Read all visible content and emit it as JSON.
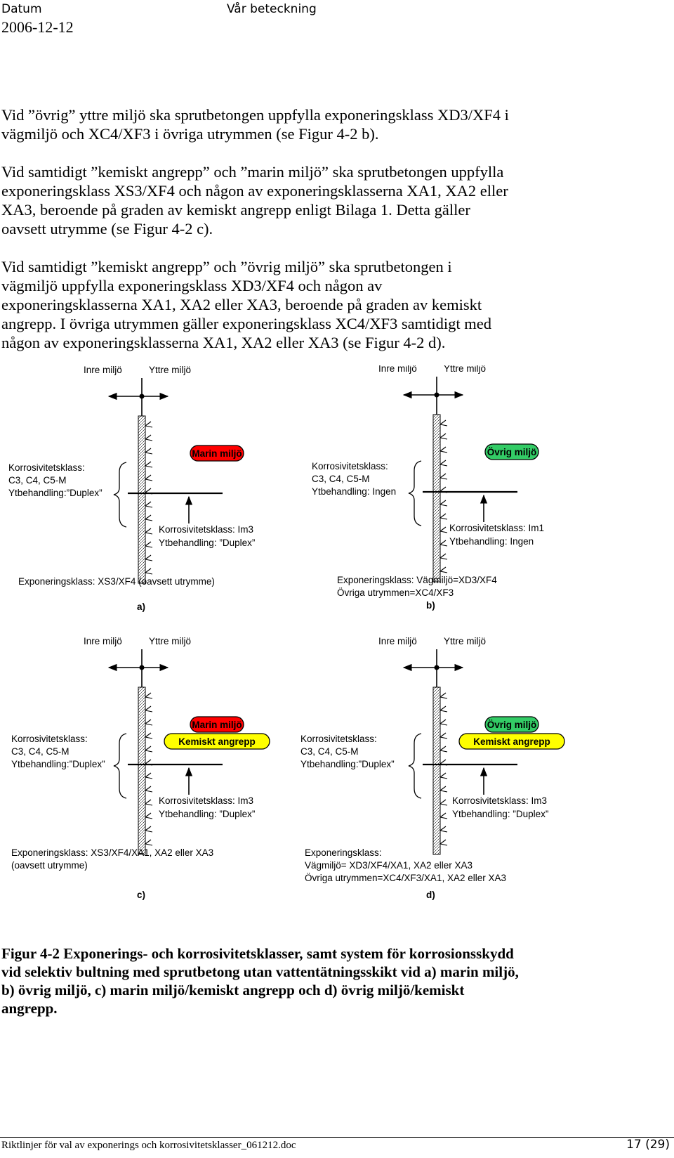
{
  "header": {
    "datum_label": "Datum",
    "var_beteckning_label": "Vår beteckning",
    "date": "2006-12-12"
  },
  "paragraphs": [
    {
      "lines": [
        "Vid ”övrig” yttre miljö ska sprutbetongen uppfylla exponeringsklass XD3/XF4 i",
        "vägmiljö och XC4/XF3 i övriga utrymmen (se Figur 4-2 b)."
      ]
    },
    {
      "lines": [
        "Vid samtidigt ”kemiskt angrepp” och ”marin miljö” ska sprutbetongen uppfylla",
        "exponeringsklass XS3/XF4 och någon av exponeringsklasserna XA1, XA2 eller",
        "XA3, beroende på graden av kemiskt angrepp enligt Bilaga 1. Detta gäller",
        "oavsett utrymme (se Figur 4-2 c)."
      ]
    },
    {
      "lines": [
        "Vid samtidigt ”kemiskt angrepp” och ”övrig miljö” ska sprutbetongen i",
        "vägmiljö uppfylla exponeringsklass XD3/XF4 och någon av",
        "exponeringsklasserna XA1, XA2 eller XA3, beroende på graden av kemiskt",
        "angrepp. I övriga utrymmen gäller exponeringsklass XC4/XF3 samtidigt med",
        "någon av exponeringsklasserna XA1, XA2 eller XA3 (se Figur 4-2 d)."
      ]
    }
  ],
  "figure": {
    "panels": [
      {
        "id": "a",
        "inner_label": "Inre miljö",
        "outer_label": "Yttre miljö",
        "badges": [
          {
            "text": "Marin miljö",
            "color": "#ff0000"
          }
        ],
        "left_lines": [
          "Korrosivitetsklass:",
          "C3, C4, C5-M",
          "Ytbehandling:”Duplex”"
        ],
        "right_lines": [
          "Korrosivitetsklass: Im3",
          "Ytbehandling: ”Duplex”"
        ],
        "bottom_lines": [
          "Exponeringsklass: XS3/XF4 (oavsett utrymme)"
        ],
        "tag": "a)"
      },
      {
        "id": "b",
        "inner_label": "Inre miljö",
        "outer_label": "Yttre miljö",
        "badges": [
          {
            "text": "Övrig miljö",
            "color": "#33cc66"
          }
        ],
        "left_lines": [
          "Korrosivitetsklass:",
          "C3, C4, C5-M",
          "Ytbehandling: Ingen"
        ],
        "right_lines": [
          "Korrosivitetsklass: Im1",
          "Ytbehandling: Ingen"
        ],
        "bottom_lines": [
          "Exponeringsklass: Vägmiljö=XD3/XF4",
          "Övriga utrymmen=XC4/XF3"
        ],
        "tag": "b)"
      },
      {
        "id": "c",
        "inner_label": "Inre miljö",
        "outer_label": "Yttre miljö",
        "badges": [
          {
            "text": "Marin miljö",
            "color": "#ff0000"
          },
          {
            "text": "Kemiskt angrepp",
            "color": "#ffff00"
          }
        ],
        "left_lines": [
          "Korrosivitetsklass:",
          "C3, C4, C5-M",
          "Ytbehandling:”Duplex”"
        ],
        "right_lines": [
          "Korrosivitetsklass: Im3",
          "Ytbehandling: ”Duplex”"
        ],
        "bottom_lines": [
          "Exponeringsklass: XS3/XF4/XA1, XA2 eller XA3",
          "(oavsett utrymme)"
        ],
        "tag": "c)"
      },
      {
        "id": "d",
        "inner_label": "Inre miljö",
        "outer_label": "Yttre miljö",
        "badges": [
          {
            "text": "Övrig miljö",
            "color": "#33cc66"
          },
          {
            "text": "Kemiskt angrepp",
            "color": "#ffff00"
          }
        ],
        "left_lines": [
          "Korrosivitetsklass:",
          "C3, C4, C5-M",
          "Ytbehandling:”Duplex”"
        ],
        "right_lines": [
          "Korrosivitetsklass: Im3",
          "Ytbehandling: ”Duplex”"
        ],
        "bottom_lines": [
          "Exponeringsklass:",
          "Vägmiljö= XD3/XF4/XA1, XA2 eller XA3",
          "Övriga utrymmen=XC4/XF3/XA1, XA2 eller XA3"
        ],
        "tag": "d)"
      }
    ]
  },
  "caption": {
    "lines": [
      "Figur 4-2 Exponerings- och korrosivitetsklasser, samt system för korrosionsskydd",
      "vid selektiv bultning med sprutbetong utan vattentätningsskikt vid a) marin miljö,",
      "b) övrig miljö, c) marin miljö/kemiskt angrepp och d) övrig miljö/kemiskt",
      "angrepp."
    ]
  },
  "footer": {
    "filename": "Riktlinjer för val av exponerings och korrosivitetsklasser_061212.doc",
    "page": "17 (29)"
  }
}
